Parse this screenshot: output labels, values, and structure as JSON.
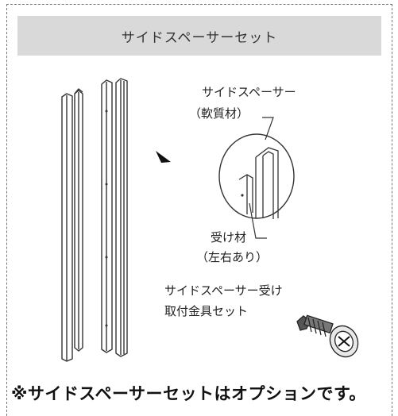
{
  "header": {
    "title": "サイドスペーサーセット"
  },
  "labels": {
    "spacer_name": "サイドスペーサー",
    "spacer_material": "（軟質材）",
    "receiver_name": "受け材",
    "receiver_note": "（左右あり）",
    "bracket_line1": "サイドスペーサー受け",
    "bracket_line2": "取付金具セット"
  },
  "footer": {
    "note": "※サイドスペーサーセットはオプションです。"
  }
}
